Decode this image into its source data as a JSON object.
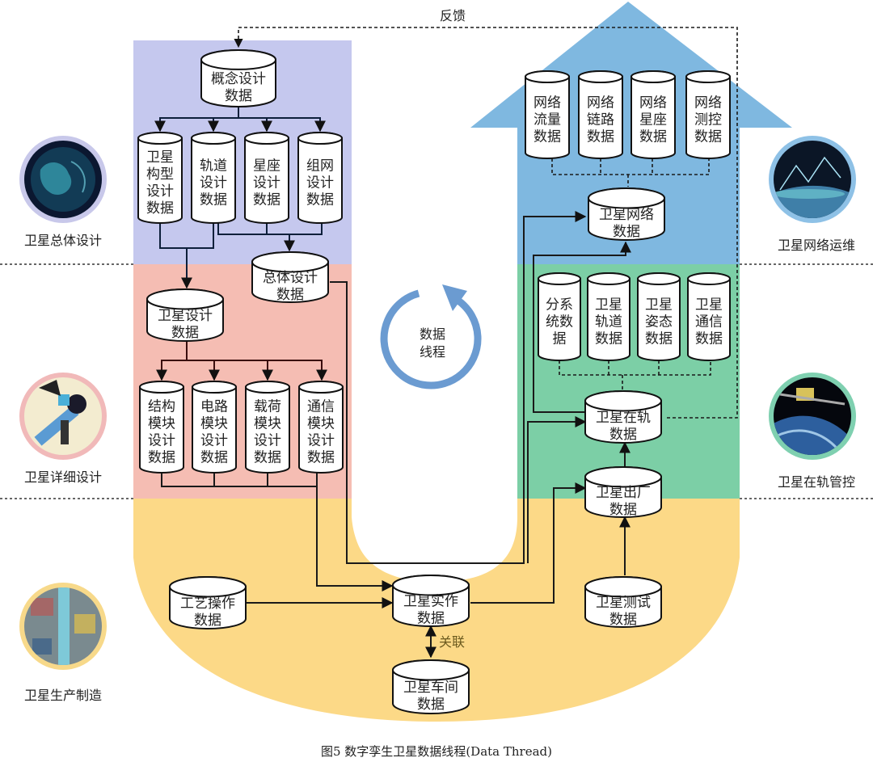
{
  "caption": "图5   数字孪生卫星数据线程(Data Thread)",
  "feedback_label": "反馈",
  "association_label": "关联",
  "center_cycle": {
    "label_lines": [
      "数据",
      "线程"
    ],
    "color": "#6b9bd1"
  },
  "colors": {
    "band_overall_design": "#c5c8ee",
    "band_detailed_design": "#f5bdb3",
    "band_manufacturing": "#fcd987",
    "band_on_orbit": "#7ccfa6",
    "band_network_ops": "#7fb8e0"
  },
  "stages": [
    {
      "id": "overall-design",
      "label": "卫星总体设计",
      "icon": "earth-globe-icon",
      "ring": "#c8c8ea"
    },
    {
      "id": "detailed-design",
      "label": "卫星详细设计",
      "icon": "satellite-blueprint-icon",
      "ring": "#f1b9b9"
    },
    {
      "id": "manufacturing",
      "label": "卫星生产制造",
      "icon": "factory-floor-icon",
      "ring": "#f7d98a"
    },
    {
      "id": "network-ops",
      "label": "卫星网络运维",
      "icon": "satellite-network-icon",
      "ring": "#8ec1e6"
    },
    {
      "id": "on-orbit",
      "label": "卫星在轨管控",
      "icon": "satellite-orbit-icon",
      "ring": "#7fd0b0"
    }
  ],
  "nodes": {
    "concept": [
      "概念设计",
      "数据"
    ],
    "config": [
      "卫星",
      "构型",
      "设计",
      "数据"
    ],
    "orbit_design": [
      "轨道",
      "设计",
      "数据"
    ],
    "constellation_design": [
      "星座",
      "设计",
      "数据"
    ],
    "networking_design": [
      "组网",
      "设计",
      "数据"
    ],
    "overall_design": [
      "总体设计",
      "数据"
    ],
    "satellite_design": [
      "卫星设计",
      "数据"
    ],
    "structure_module": [
      "结构",
      "模块",
      "设计",
      "数据"
    ],
    "circuit_module": [
      "电路",
      "模块",
      "设计",
      "数据"
    ],
    "payload_module": [
      "载荷",
      "模块",
      "设计",
      "数据"
    ],
    "comm_module": [
      "通信",
      "模块",
      "设计",
      "数据"
    ],
    "process_operation": [
      "工艺操作",
      "数据"
    ],
    "satellite_build": [
      "卫星实作",
      "数据"
    ],
    "satellite_workshop": [
      "卫星车间",
      "数据"
    ],
    "satellite_test": [
      "卫星测试",
      "数据"
    ],
    "satellite_delivery": [
      "卫星出厂",
      "数据"
    ],
    "satellite_on_orbit": [
      "卫星在轨",
      "数据"
    ],
    "subsystem": [
      "分系",
      "统数",
      "据"
    ],
    "sat_orbit": [
      "卫星",
      "轨道",
      "数据"
    ],
    "sat_attitude": [
      "卫星",
      "姿态",
      "数据"
    ],
    "sat_comm": [
      "卫星",
      "通信",
      "数据"
    ],
    "satellite_network": [
      "卫星网络",
      "数据"
    ],
    "net_traffic": [
      "网络",
      "流量",
      "数据"
    ],
    "net_link": [
      "网络",
      "链路",
      "数据"
    ],
    "net_constellation": [
      "网络",
      "星座",
      "数据"
    ],
    "net_tt_c": [
      "网络",
      "测控",
      "数据"
    ]
  }
}
